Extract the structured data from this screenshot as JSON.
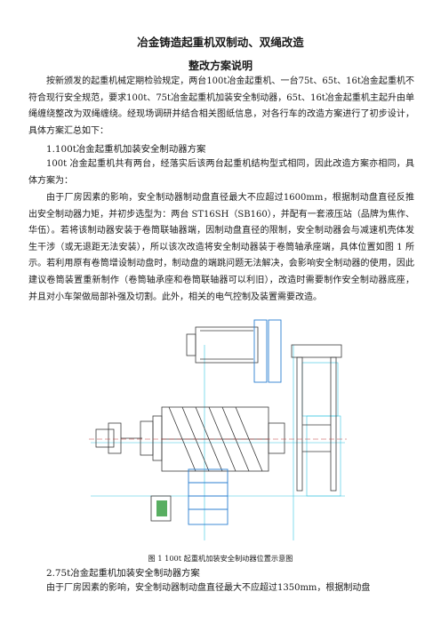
{
  "doc": {
    "title": "冶金铸造起重机双制动、双绳改造",
    "subtitle": "整改方案说明",
    "intro": "按新颁发的起重机械定期检验规定，两台100t冶金起重机、一台75t、65t、16t冶金起重机不符合现行安全规范，要求100t、75t冶金起重机加装安全制动器，65t、16t冶金起重机主起升由单绳缠绕整改为双绳缠绕。经现场调研并结合相关图纸信息，对各行车的改造方案进行了初步设计，具体方案汇总如下：",
    "section1_heading": "1.100t冶金起重机加装安全制动器方案",
    "section1_para1": "100t 冶金起重机共有两台，经落实后该两台起重机结构型式相同，因此改造方案亦相同，具体方案为：",
    "section1_para2": "由于厂房因素的影响，安全制动器制动盘直径最大不应超过1600mm，根据制动盘直径反推出安全制动器力矩，并初步选型为：两台 ST16SH（SB160），并配有一套液压站（品牌为焦作、华伍）。若将该制动器安装于卷筒联轴器端，因制动盘直径的限制，安全制动器会与减速机壳体发生干涉（或无退距无法安装），所以该次改造将安全制动器装于卷筒轴承座端，具体位置如图 1 所示。若利用原有卷筒增设制动盘时，制动盘的端跳问题无法解决，会影响安全制动器的使用，因此建议卷筒装置重新制作（卷筒轴承座和卷筒联轴器可以利旧），改造时需要制作安全制动器底座，并且对小车架做局部补强及切割。此外，相关的电气控制及装置需要改造。",
    "figure_caption": "图 1 100t 起重机加装安全制动器位置示意图",
    "section2_heading": "2.75t冶金起重机加装安全制动器方案",
    "section2_para1": "由于厂房因素的影响，安全制动器制动盘直径最大不应超过1350mm，根据制动盘"
  },
  "colors": {
    "drawing_line": "#3a3a3a",
    "guide_line": "#35c4e0",
    "highlight": "#2b7fd0",
    "label_green": "#2e9a3a"
  }
}
